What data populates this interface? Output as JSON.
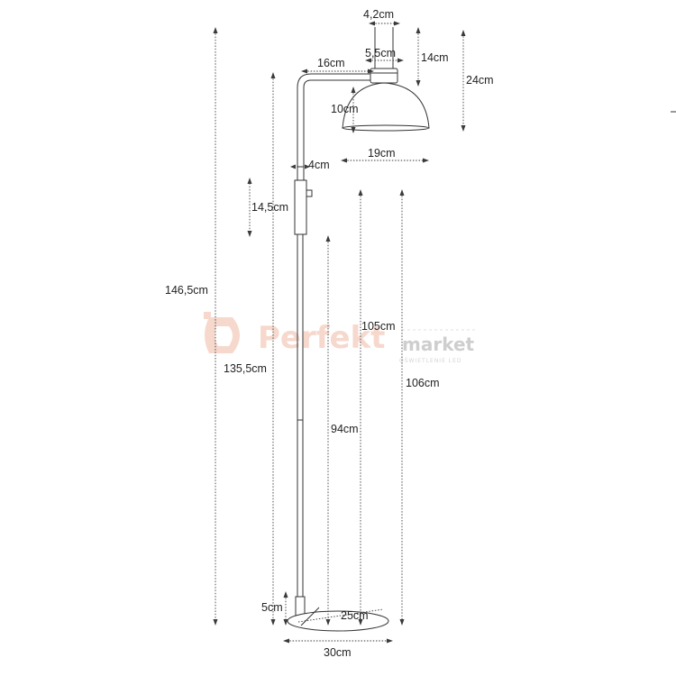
{
  "colors": {
    "line": "#333333",
    "dimension": "#3a3a3a",
    "watermark_brand": "#f6d4c8",
    "watermark_gray": "#cfcfcf"
  },
  "watermark": {
    "brand": "Perfekt",
    "suffix": "market",
    "tagline": "OŚWIETLENIE LED"
  },
  "dimensions": {
    "top_width": "4,2cm",
    "joint_width": "5,5cm",
    "top_height": "14cm",
    "head_height": "24cm",
    "arm_length": "16cm",
    "shade_height": "10cm",
    "shade_diameter": "19cm",
    "pole_width": "4cm",
    "switch_height": "14,5cm",
    "total_height": "146,5cm",
    "pole_height": "135,5cm",
    "switch_to_floor": "105cm",
    "top_of_switch_to_floor": "106cm",
    "lower_pole": "94cm",
    "base_height": "5cm",
    "base_inner": "25cm",
    "base_diameter": "30cm"
  }
}
